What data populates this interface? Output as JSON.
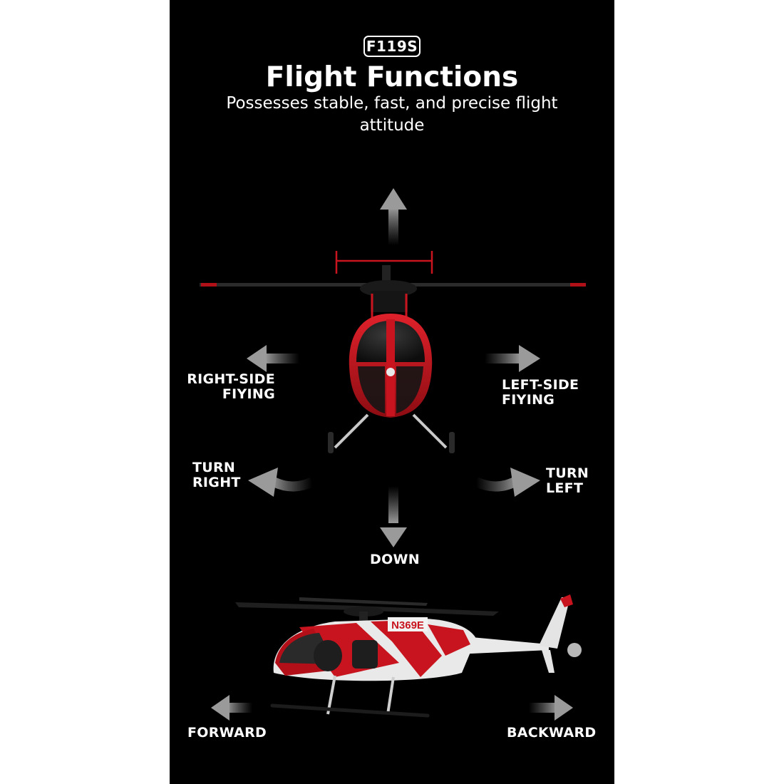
{
  "model_badge": "F119S",
  "title": "Flight Functions",
  "subtitle": "Possesses stable, fast, and precise flight attitude",
  "helicopter_registration": "N369E",
  "labels": {
    "right_side": [
      "RIGHT-SIDE",
      "FIYING"
    ],
    "left_side": [
      "LEFT-SIDE",
      "FIYING"
    ],
    "turn_right": [
      "TURN",
      "RIGHT"
    ],
    "turn_left": [
      "TURN",
      "LEFT"
    ],
    "down": "DOWN",
    "forward": "FORWARD",
    "backward": "BACKWARD"
  },
  "colors": {
    "background": "#000000",
    "accent_red": "#c8141e",
    "arrow_gray": "#8a8a8a"
  }
}
